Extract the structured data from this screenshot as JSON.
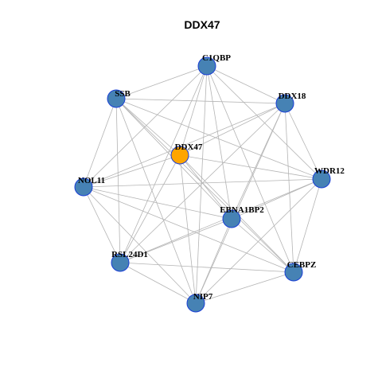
{
  "title": "DDX47",
  "colors": {
    "node_fill": "#4682b4",
    "node_border": "#1a3fd6",
    "highlight_fill": "#ffa500",
    "edge": "#b4b4b4"
  },
  "nodes": [
    {
      "id": "C1QBP",
      "label": "C1QBP",
      "highlight": false
    },
    {
      "id": "SSB",
      "label": "SSB",
      "highlight": false
    },
    {
      "id": "DDX18",
      "label": "DDX18",
      "highlight": false
    },
    {
      "id": "DDX47",
      "label": "DDX47",
      "highlight": true
    },
    {
      "id": "WDR12",
      "label": "WDR12",
      "highlight": false
    },
    {
      "id": "NOL11",
      "label": "NOL11",
      "highlight": false
    },
    {
      "id": "EBNA1BP2",
      "label": "EBNA1BP2",
      "highlight": false
    },
    {
      "id": "RSL24D1",
      "label": "RSL24D1",
      "highlight": false
    },
    {
      "id": "CEBPZ",
      "label": "CEBPZ",
      "highlight": false
    },
    {
      "id": "NIP7",
      "label": "NIP7",
      "highlight": false
    }
  ],
  "edges": [
    [
      "C1QBP",
      "SSB"
    ],
    [
      "C1QBP",
      "DDX18"
    ],
    [
      "C1QBP",
      "DDX47"
    ],
    [
      "C1QBP",
      "WDR12"
    ],
    [
      "C1QBP",
      "NOL11"
    ],
    [
      "C1QBP",
      "EBNA1BP2"
    ],
    [
      "C1QBP",
      "RSL24D1"
    ],
    [
      "C1QBP",
      "CEBPZ"
    ],
    [
      "C1QBP",
      "NIP7"
    ],
    [
      "SSB",
      "DDX18"
    ],
    [
      "SSB",
      "DDX47"
    ],
    [
      "SSB",
      "WDR12"
    ],
    [
      "SSB",
      "NOL11"
    ],
    [
      "SSB",
      "EBNA1BP2"
    ],
    [
      "SSB",
      "RSL24D1"
    ],
    [
      "SSB",
      "CEBPZ"
    ],
    [
      "SSB",
      "NIP7"
    ],
    [
      "DDX18",
      "DDX47"
    ],
    [
      "DDX18",
      "WDR12"
    ],
    [
      "DDX18",
      "NOL11"
    ],
    [
      "DDX18",
      "EBNA1BP2"
    ],
    [
      "DDX18",
      "RSL24D1"
    ],
    [
      "DDX18",
      "CEBPZ"
    ],
    [
      "DDX18",
      "NIP7"
    ],
    [
      "DDX47",
      "WDR12"
    ],
    [
      "DDX47",
      "NOL11"
    ],
    [
      "DDX47",
      "EBNA1BP2"
    ],
    [
      "DDX47",
      "RSL24D1"
    ],
    [
      "DDX47",
      "CEBPZ"
    ],
    [
      "DDX47",
      "NIP7"
    ],
    [
      "WDR12",
      "NOL11"
    ],
    [
      "WDR12",
      "EBNA1BP2"
    ],
    [
      "WDR12",
      "RSL24D1"
    ],
    [
      "WDR12",
      "CEBPZ"
    ],
    [
      "WDR12",
      "NIP7"
    ],
    [
      "NOL11",
      "EBNA1BP2"
    ],
    [
      "NOL11",
      "RSL24D1"
    ],
    [
      "NOL11",
      "CEBPZ"
    ],
    [
      "NOL11",
      "NIP7"
    ],
    [
      "EBNA1BP2",
      "RSL24D1"
    ],
    [
      "EBNA1BP2",
      "CEBPZ"
    ],
    [
      "EBNA1BP2",
      "NIP7"
    ],
    [
      "RSL24D1",
      "CEBPZ"
    ],
    [
      "RSL24D1",
      "NIP7"
    ],
    [
      "CEBPZ",
      "NIP7"
    ]
  ]
}
